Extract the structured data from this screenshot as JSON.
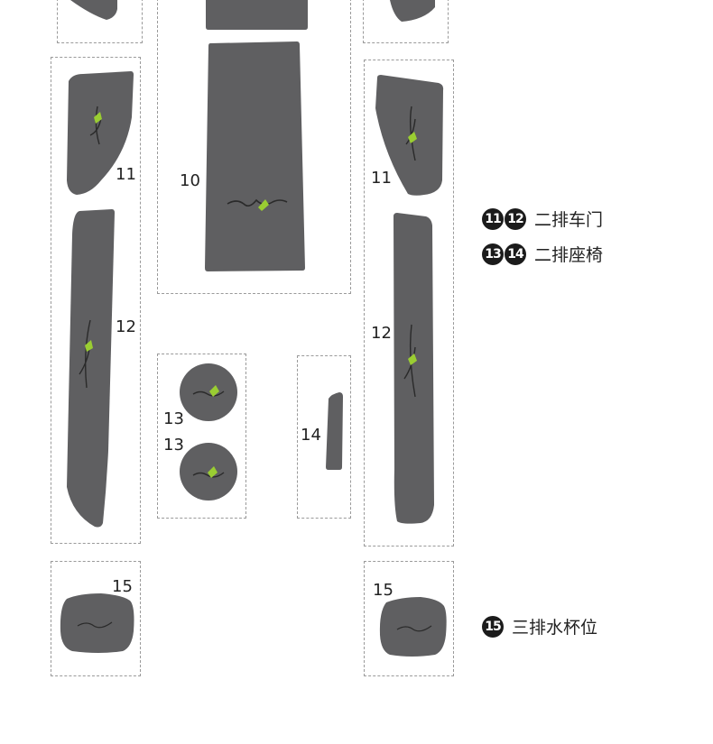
{
  "colors": {
    "felt": "#5f5f61",
    "felt_edge": "#4a4a4c",
    "accent": "#9acd32",
    "badge": "#1b1b1b",
    "dashed": "#9a9a9a"
  },
  "labels": {
    "l10": "10",
    "l11a": "11",
    "l12a": "12",
    "l11b": "11",
    "l12b": "12",
    "l13a": "13",
    "l13b": "13",
    "l14": "14",
    "l15a": "15",
    "l15b": "15"
  },
  "legend": [
    {
      "badges": [
        "11",
        "12"
      ],
      "text": "二排车门"
    },
    {
      "badges": [
        "13",
        "14"
      ],
      "text": "二排座椅"
    },
    {
      "badges": [
        "15"
      ],
      "text": "三排水杯位"
    }
  ]
}
